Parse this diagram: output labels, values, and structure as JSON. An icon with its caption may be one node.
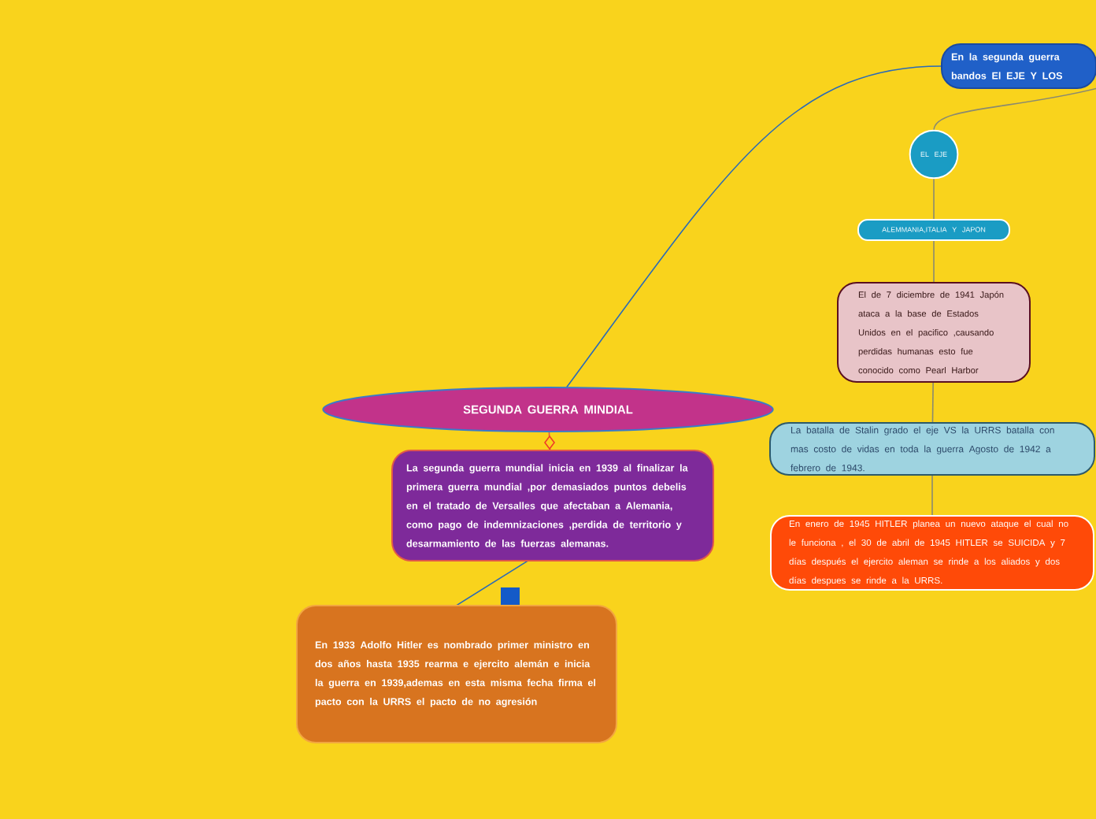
{
  "diagram": {
    "nodes": [
      {
        "text": [
          "SEGUNDA GUERRA MINDIAL"
        ]
      },
      {
        "text": [
          "La segunda guerra mundial inicia en 1939 al finalizar la primera guerra mundial ,por demasiados puntos debelis en el tratado de Versalles que afectaban a Alemania, como pago de indemnizaciones ,perdida de territorio y desarmamiento de las fuerzas alemanas."
        ]
      },
      {
        "text": [
          "En 1933 Adolfo Hitler es nombrado primer ministro en dos años hasta 1935 rearma e ejercito alemán e inicia la guerra en 1939,ademas en esta misma fecha firma el pacto con la URRS el pacto de no agresión"
        ]
      },
      {
        "text": [
          "En la segunda guerra bandos El EJE Y LOS"
        ]
      },
      {
        "text": [
          "EL EJE"
        ]
      },
      {
        "text": [
          "ALEMMANIA,ITALIA Y JAPON"
        ]
      },
      {
        "text": [
          "El de 7 diciembre de 1941 Japón ataca a la base de Estados Unidos en el pacifico ,causando perdidas humanas esto fue conocido como Pearl Harbor"
        ]
      },
      {
        "text": [
          "La batalla de Stalin grado el eje VS la URRS batalla con mas costo de vidas en toda la guerra Agosto de 1942 a febrero de 1943."
        ]
      },
      {
        "text": [
          "En enero de 1945 HITLER planea un nuevo ataque el cual no le funciona , el 30 de abril de 1945 HITLER se SUICIDA y 7 días después el ejercito aleman se rinde a los aliados y dos días despues se rinde a la URRS."
        ]
      }
    ],
    "edges": [
      {
        "from": 0,
        "to": 3,
        "arrow": "none",
        "color": "#2a6ab8"
      },
      {
        "from": 0,
        "to": 1,
        "arrow": "none",
        "color": "#e0584a"
      },
      {
        "from": 1,
        "to": 2,
        "arrow": "none",
        "color": "#2a6ab8"
      },
      {
        "from": 3,
        "to": 4,
        "arrow": "none"
      },
      {
        "from": 4,
        "to": 5,
        "arrow": "none"
      },
      {
        "from": 5,
        "to": 6,
        "arrow": "none"
      },
      {
        "from": 6,
        "to": 7,
        "arrow": "none"
      },
      {
        "from": 7,
        "to": 8,
        "arrow": "none"
      }
    ]
  }
}
